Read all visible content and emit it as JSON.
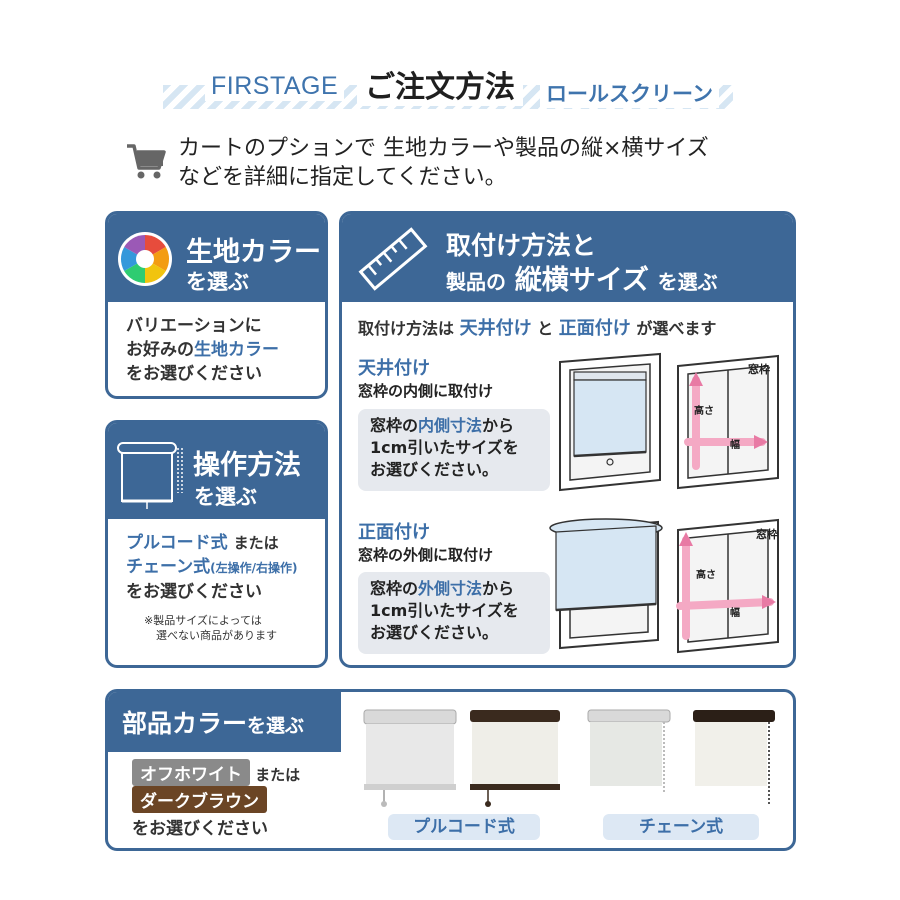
{
  "header": {
    "brand": "FIRSTAGE",
    "title": "ご注文方法",
    "product": "ロールスクリーン"
  },
  "intro": {
    "line1": "カートのプションで 生地カラーや製品の縦×横サイズ",
    "line2": "などを詳細に指定してください。"
  },
  "fabric_color": {
    "title": "生地カラー",
    "subtitle": "を選ぶ",
    "line1": "バリエーションに",
    "line2_pre": "お好みの",
    "line2_highlight": "生地カラー",
    "line3": "をお選びください"
  },
  "operation": {
    "title": "操作方法",
    "subtitle": "を選ぶ",
    "pull_cord": "プルコード式",
    "or1": "または",
    "chain": "チェーン式",
    "chain_note": "(左操作/右操作)",
    "choose": "をお選びください",
    "note_line1": "※製品サイズによっては",
    "note_line2": "選べない商品があります"
  },
  "mounting": {
    "title_line1": "取付け方法と",
    "title_line2_a": "製品の",
    "title_line2_b": "縦横サイズ",
    "title_line2_c": "を選ぶ",
    "lead_a": "取付け方法は",
    "lead_b": "天井付け",
    "lead_c": "と",
    "lead_d": "正面付け",
    "lead_e": "が選べます",
    "ceiling": {
      "name": "天井付け",
      "desc": "窓枠の内側に取付け",
      "box_a": "窓枠の",
      "box_b": "内側寸法",
      "box_c": "から",
      "box_line2": "1cm引いたサイズを",
      "box_line3": "お選びください。"
    },
    "front": {
      "name": "正面付け",
      "desc": "窓枠の外側に取付け",
      "box_a": "窓枠の",
      "box_b": "外側寸法",
      "box_c": "から",
      "box_line2": "1cm引いたサイズを",
      "box_line3": "お選びください。"
    },
    "diagram": {
      "frame_label": "窓枠",
      "height_label": "高さ",
      "width_label": "幅"
    }
  },
  "parts": {
    "title_a": "部品カラー",
    "title_b": "を選ぶ",
    "off_white": "オフホワイト",
    "or": "または",
    "dark_brown": "ダークブラウン",
    "choose": "をお選びください",
    "pull_cord_tag": "プルコード式",
    "chain_tag": "チェーン式"
  },
  "colors": {
    "primary_blue": "#3d6796",
    "accent_blue": "#3d6fa8",
    "off_white_pill": "#8a8a8a",
    "dark_brown_pill": "#6b4525",
    "pink_arrow": "#f4a9c4"
  }
}
